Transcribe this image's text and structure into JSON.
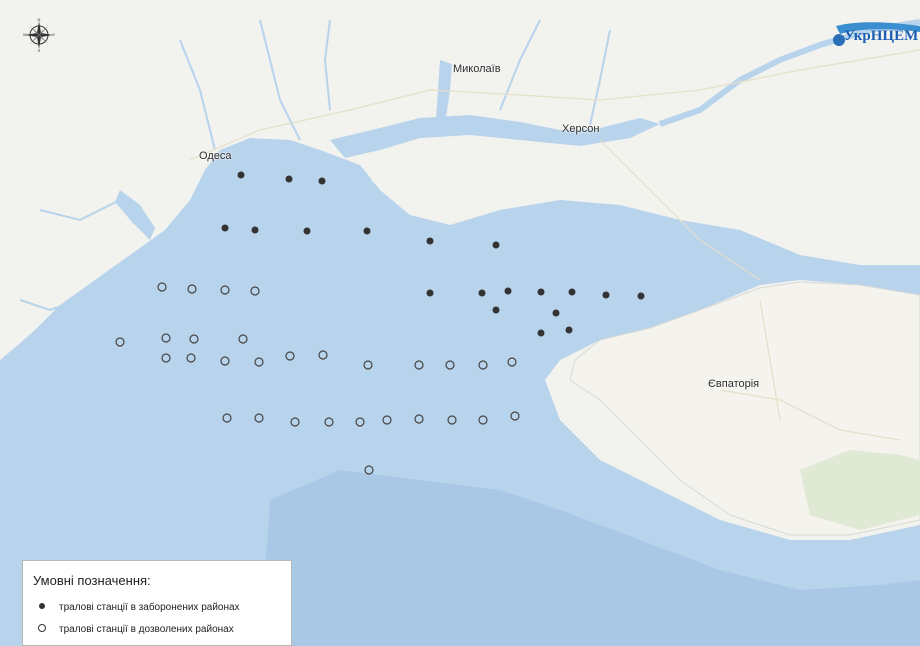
{
  "map": {
    "cities": [
      {
        "name": "Миколаїв"
      },
      {
        "name": "Херсон"
      },
      {
        "name": "Одеса"
      },
      {
        "name": "Євпаторія"
      }
    ],
    "logo_text": "УкрНЦЕМ",
    "compass_letters": [
      "N",
      "E",
      "S",
      "W"
    ],
    "colors": {
      "sea": "#b8d3ec",
      "land": "#f2f2ef",
      "deep_sea": "#a9c8e6",
      "closed_station": "#333333",
      "open_station": "#444444"
    }
  },
  "legend": {
    "title": "Умовні позначення:",
    "items": [
      {
        "symbol": "filled-circle",
        "label": "тралові станції в  заборонених  районах"
      },
      {
        "symbol": "hollow-circle",
        "label": "тралові станції в дозволених районах"
      }
    ]
  }
}
